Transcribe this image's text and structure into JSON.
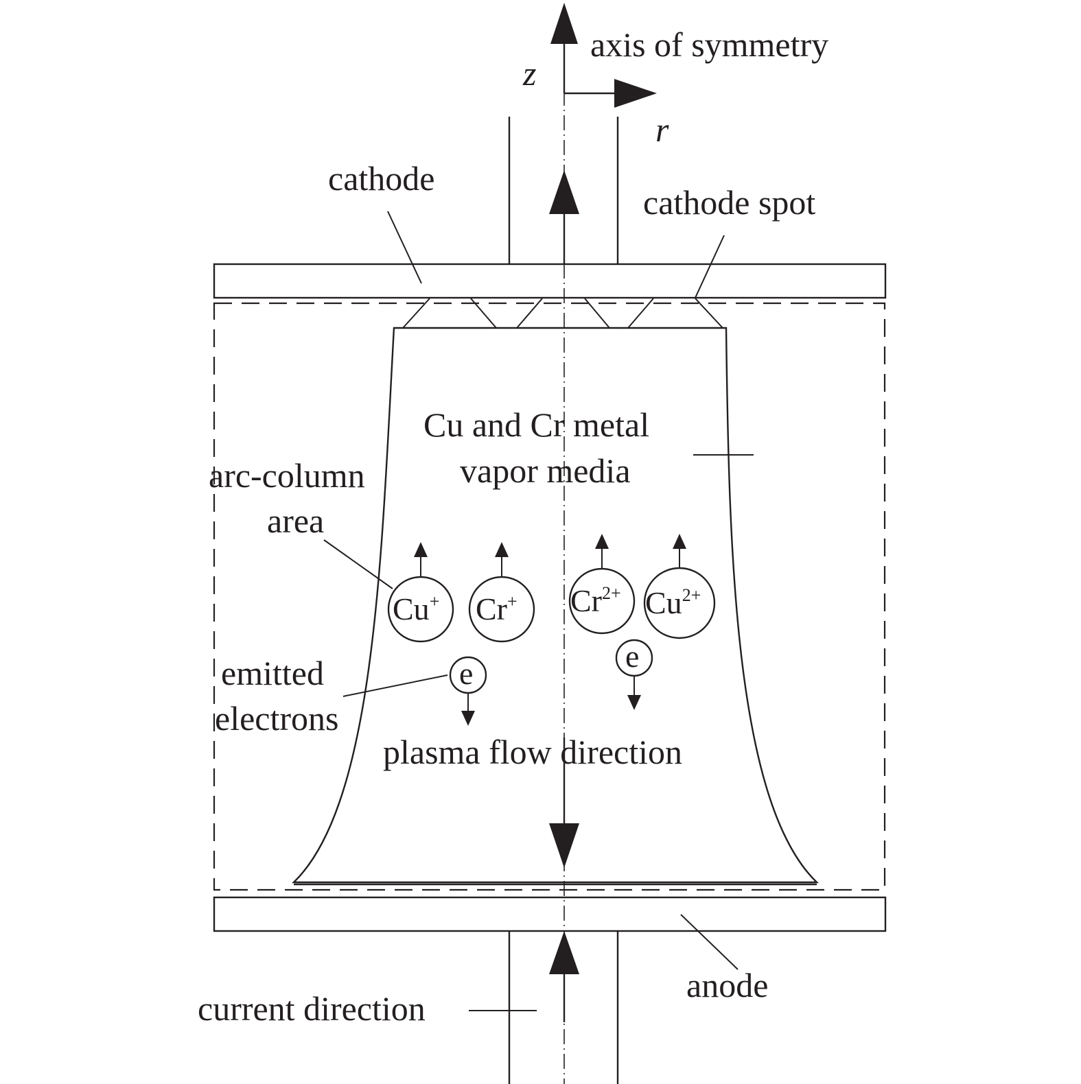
{
  "labels": {
    "axis_symmetry": "axis of symmetry",
    "z_axis": "z",
    "r_axis": "r",
    "cathode": "cathode",
    "cathode_spot": "cathode spot",
    "vapor_line1": "Cu and Cr metal",
    "vapor_line2": "vapor media",
    "arc_line1": "arc-column",
    "arc_line2": "area",
    "emitted_line1": "emitted",
    "emitted_line2": "electrons",
    "plasma_flow": "plasma flow direction",
    "anode": "anode",
    "current_direction": "current direction"
  },
  "particles": {
    "cu_plus": {
      "symbol": "Cu",
      "charge": "+"
    },
    "cr_plus": {
      "symbol": "Cr",
      "charge": "+"
    },
    "cr_2plus": {
      "symbol": "Cr",
      "charge": "2+"
    },
    "cu_2plus": {
      "symbol": "Cu",
      "charge": "2+"
    },
    "electron_left": {
      "symbol": "e"
    },
    "electron_right": {
      "symbol": "e"
    }
  }
}
